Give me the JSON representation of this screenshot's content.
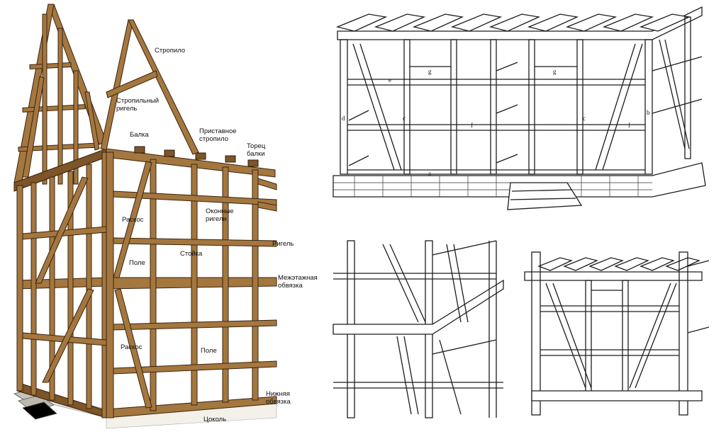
{
  "labels": {
    "stropilo": "Стропило",
    "stropilny_rigel": "Стропильный ригель",
    "balka": "Балка",
    "pristavnoe_stropilo": "Приставное стропило",
    "torets_balki": "Торец балки",
    "raskos_top": "Раскос",
    "okonnye_rigeli": "Оконные ригели",
    "stoyka": "Стойка",
    "rigel": "Ригель",
    "pole_top": "Поле",
    "mezhetazhnaya_obvyazka": "Межэтажная обвязка",
    "raskos_bottom": "Раскос",
    "pole_bottom": "Поле",
    "nizhnyaya_obvyazka": "Нижняя обвязка",
    "tsokol": "Цоколь"
  },
  "drawing_marks": {
    "g1": "g",
    "g2": "g",
    "e1": "e",
    "f1": "f",
    "f2": "f",
    "c1": "c",
    "c2": "c",
    "b1": "b",
    "d1": "d",
    "a1": "a"
  },
  "colors": {
    "timber": "#a4773f",
    "timber_dark": "#7e5528",
    "ink": "#1c1c1c"
  }
}
